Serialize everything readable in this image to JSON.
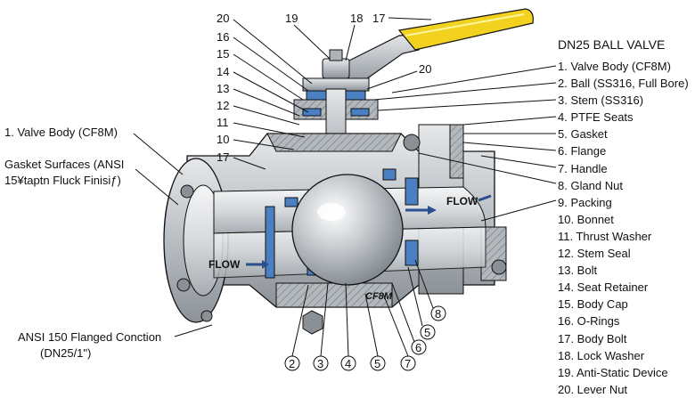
{
  "title": "DN25 BALL VALVE",
  "legend": [
    "1. Valve Body (CF8M)",
    "2. Ball (SS316, Full Bore)",
    "3. Stem (SS316)",
    "4. PTFE Seats",
    "5. Gasket",
    "6. Flange",
    "7. Handle",
    "8. Gland Nut",
    "9. Packing",
    "10. Bonnet",
    "11. Thrust Washer",
    "12. Stem Seal",
    "13. Bolt",
    "14. Seat Retainer",
    "15. Body Cap",
    "16. O-Rings",
    "17. Body Bolt",
    "18. Lock Washer",
    "19. Anti-Static Device",
    "20. Lever Nut"
  ],
  "left_labels": {
    "valve_body": "1. Valve Body (CF8M)",
    "gasket_line1": "Gasket Surfaces (ANSI",
    "gasket_line2": "15¥taptn Fluck Finisiƒ)",
    "flanged_line1": "ANSI 150 Flanged Conction",
    "flanged_line2": "(DN25/1\")"
  },
  "top_numbers": [
    "20",
    "16",
    "15",
    "14",
    "13",
    "12",
    "11",
    "10",
    "17"
  ],
  "stem_numbers": [
    "19",
    "18",
    "17"
  ],
  "lever_nut_number": "20",
  "bottom_numbers": [
    "2",
    "3",
    "4",
    "5",
    "7",
    "6",
    "5",
    "8"
  ],
  "flow_left": "FLOW",
  "flow_right": "FLOW",
  "body_mark": "CF8M",
  "colors": {
    "steel": "#c9cdd1",
    "steel_dark": "#8a9096",
    "seal_blue": "#4a7fc1",
    "handle_yellow": "#f2d21e",
    "line": "#111111"
  }
}
